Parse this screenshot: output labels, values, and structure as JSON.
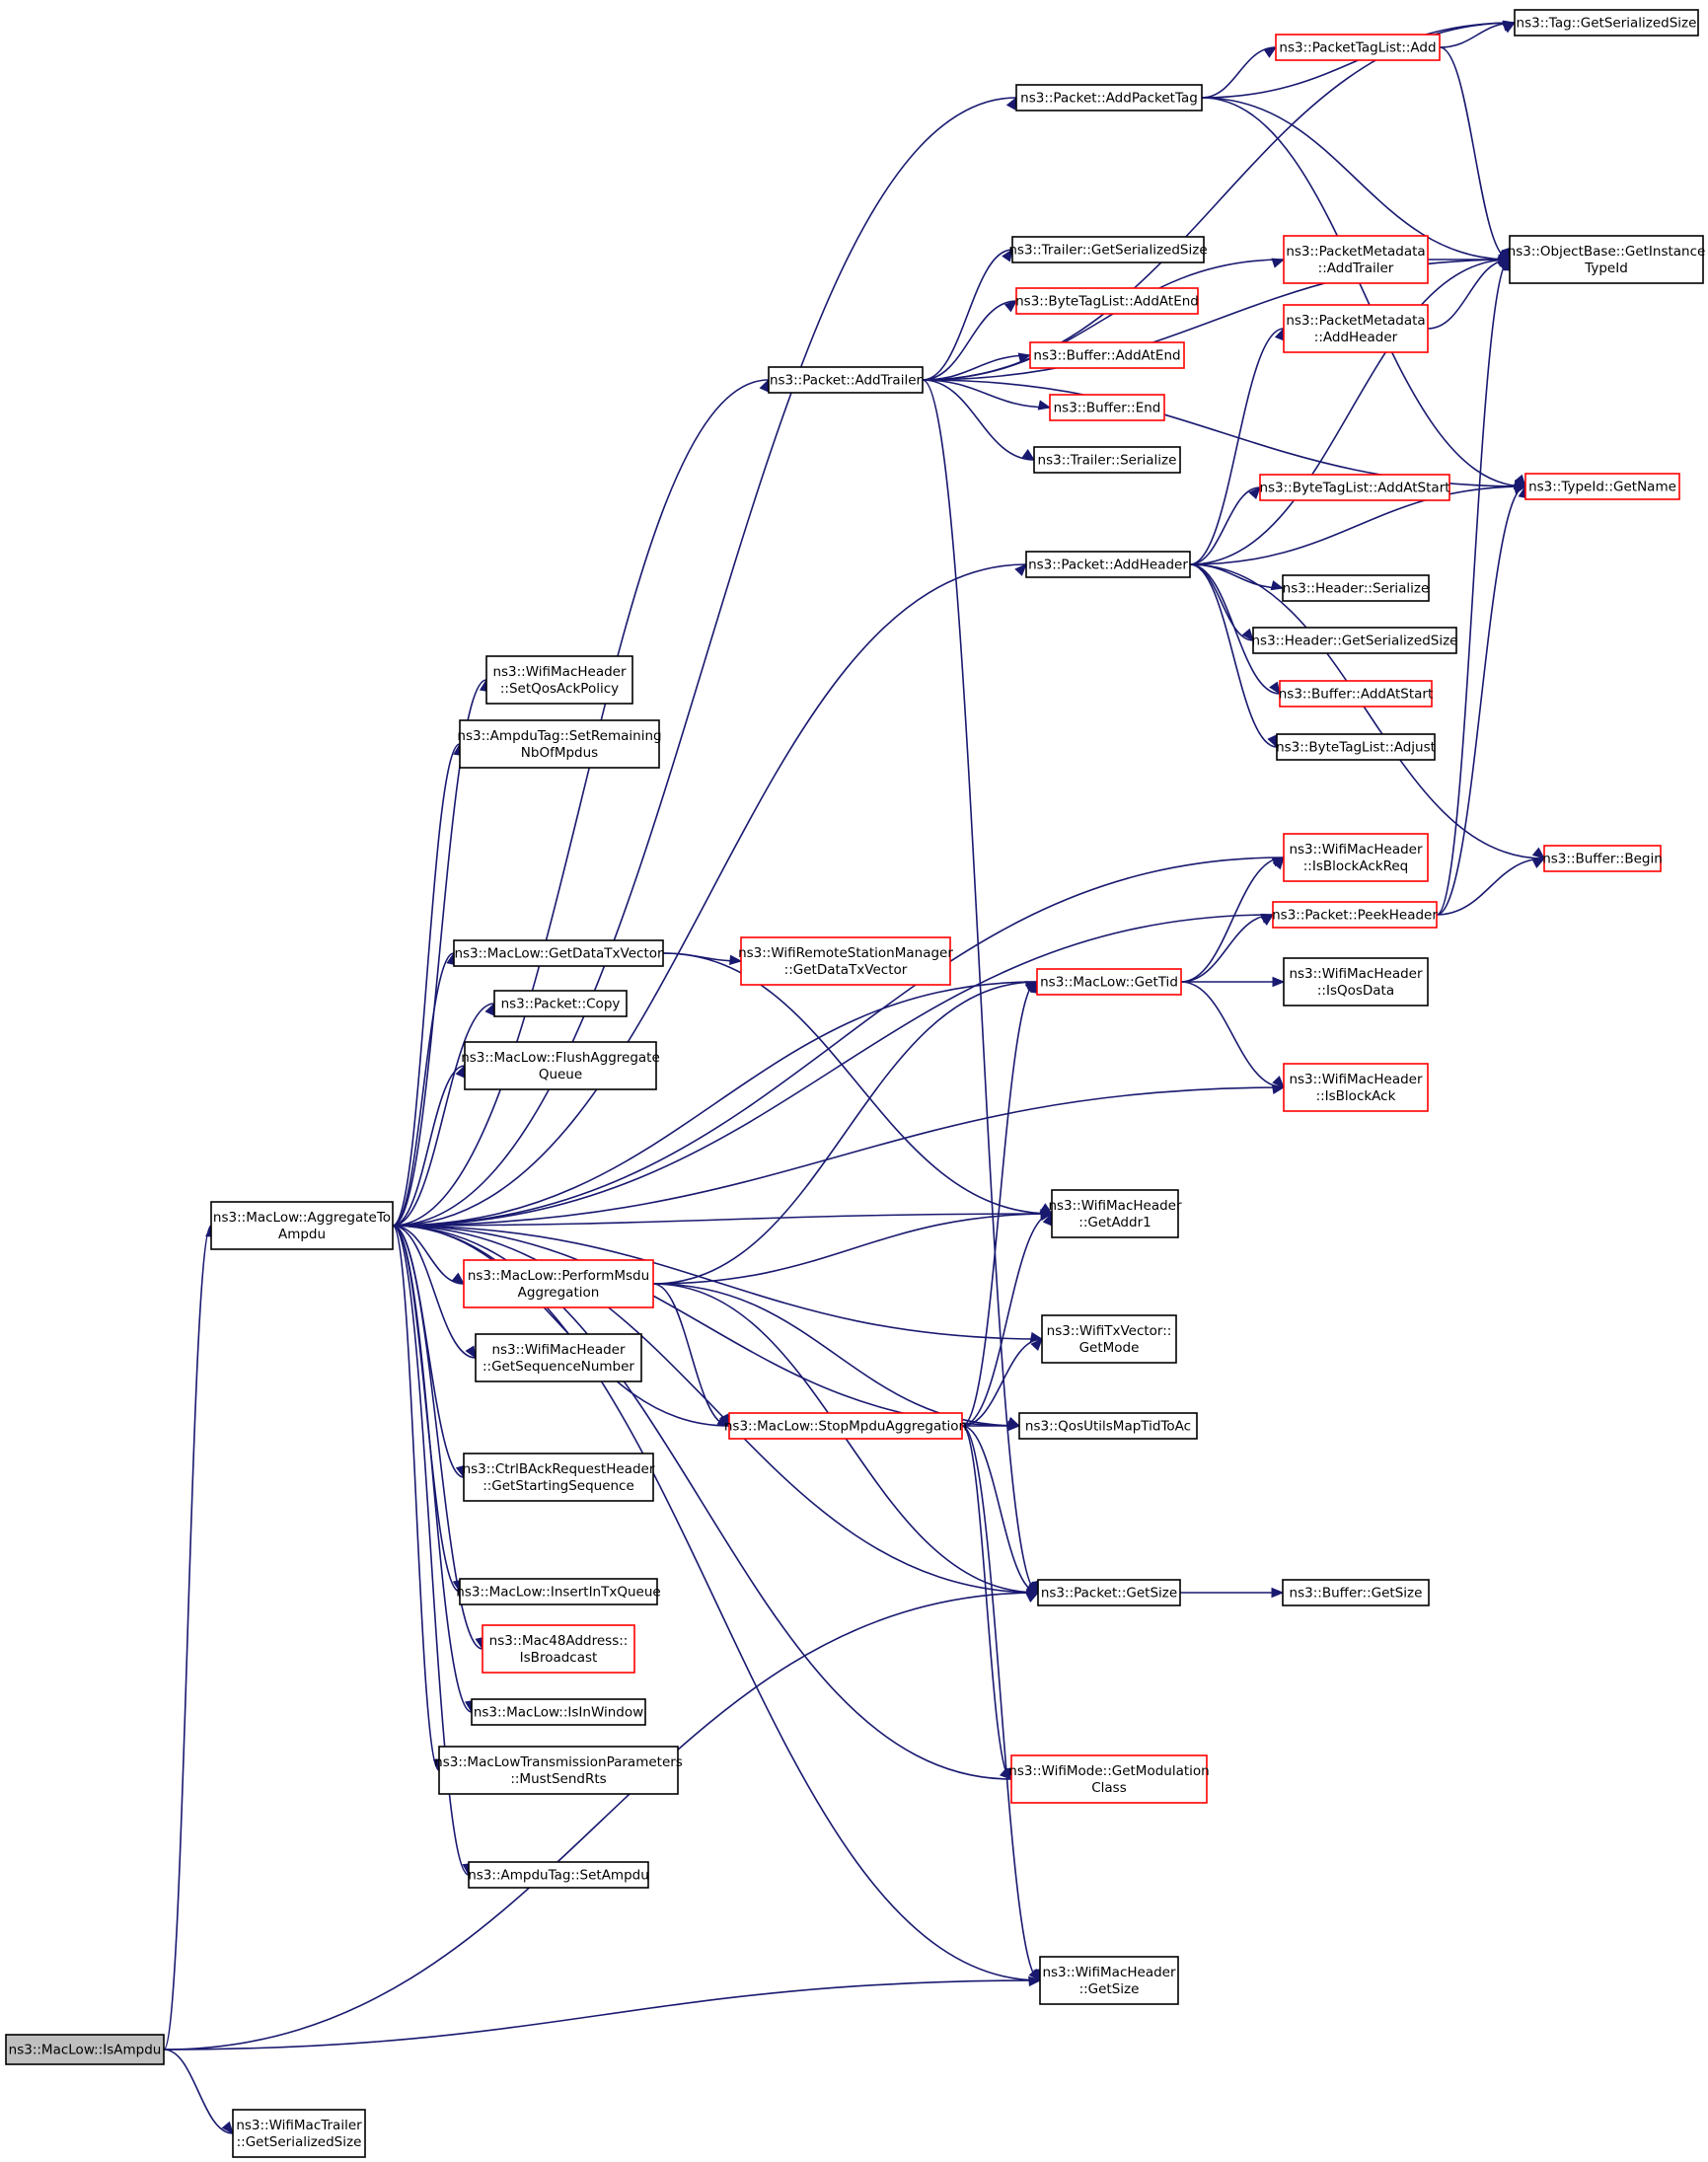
{
  "colors": {
    "edge": "#191970",
    "node_border_black": "#000000",
    "node_border_red": "#ff0000",
    "root_fill": "#bfbfbf"
  },
  "nodes": [
    {
      "id": "isampdu",
      "lines": [
        "ns3::MacLow::IsAmpdu"
      ],
      "border": "grey"
    },
    {
      "id": "wtrailer",
      "lines": [
        "ns3::WifiMacTrailer",
        "::GetSerializedSize"
      ],
      "border": "black"
    },
    {
      "id": "agg",
      "lines": [
        "ns3::MacLow::AggregateTo",
        "Ampdu"
      ],
      "border": "black"
    },
    {
      "id": "addpackettag",
      "lines": [
        "ns3::Packet::AddPacketTag"
      ],
      "border": "black"
    },
    {
      "id": "tagser",
      "lines": [
        "ns3::Tag::GetSerializedSize"
      ],
      "border": "black"
    },
    {
      "id": "ptladd",
      "lines": [
        "ns3::PacketTagList::Add"
      ],
      "border": "red"
    },
    {
      "id": "objbase",
      "lines": [
        "ns3::ObjectBase::GetInstance",
        "TypeId"
      ],
      "border": "black"
    },
    {
      "id": "pmaddtrailer",
      "lines": [
        "ns3::PacketMetadata",
        "::AddTrailer"
      ],
      "border": "red"
    },
    {
      "id": "trailerser",
      "lines": [
        "ns3::Trailer::GetSerializedSize"
      ],
      "border": "black"
    },
    {
      "id": "btladdatend",
      "lines": [
        "ns3::ByteTagList::AddAtEnd"
      ],
      "border": "red"
    },
    {
      "id": "pmaddheader",
      "lines": [
        "ns3::PacketMetadata",
        "::AddHeader"
      ],
      "border": "red"
    },
    {
      "id": "bufaddatend",
      "lines": [
        "ns3::Buffer::AddAtEnd"
      ],
      "border": "red"
    },
    {
      "id": "addtrailer",
      "lines": [
        "ns3::Packet::AddTrailer"
      ],
      "border": "black"
    },
    {
      "id": "bufend",
      "lines": [
        "ns3::Buffer::End"
      ],
      "border": "red"
    },
    {
      "id": "trailerserialize",
      "lines": [
        "ns3::Trailer::Serialize"
      ],
      "border": "black"
    },
    {
      "id": "typeidname",
      "lines": [
        "ns3::TypeId::GetName"
      ],
      "border": "red"
    },
    {
      "id": "btladdatstart",
      "lines": [
        "ns3::ByteTagList::AddAtStart"
      ],
      "border": "red"
    },
    {
      "id": "addheader",
      "lines": [
        "ns3::Packet::AddHeader"
      ],
      "border": "black"
    },
    {
      "id": "headerserialize",
      "lines": [
        "ns3::Header::Serialize"
      ],
      "border": "black"
    },
    {
      "id": "headerser",
      "lines": [
        "ns3::Header::GetSerializedSize"
      ],
      "border": "black"
    },
    {
      "id": "setqosack",
      "lines": [
        "ns3::WifiMacHeader",
        "::SetQosAckPolicy"
      ],
      "border": "black"
    },
    {
      "id": "bufaddatstart",
      "lines": [
        "ns3::Buffer::AddAtStart"
      ],
      "border": "red"
    },
    {
      "id": "ampdusetrem",
      "lines": [
        "ns3::AmpduTag::SetRemaining",
        "NbOfMpdus"
      ],
      "border": "black"
    },
    {
      "id": "btladjust",
      "lines": [
        "ns3::ByteTagList::Adjust"
      ],
      "border": "black"
    },
    {
      "id": "isblockackreq",
      "lines": [
        "ns3::WifiMacHeader",
        "::IsBlockAckReq"
      ],
      "border": "red"
    },
    {
      "id": "bufbegin",
      "lines": [
        "ns3::Buffer::Begin"
      ],
      "border": "red"
    },
    {
      "id": "peekheader",
      "lines": [
        "ns3::Packet::PeekHeader"
      ],
      "border": "red"
    },
    {
      "id": "getdatatx",
      "lines": [
        "ns3::MacLow::GetDataTxVector"
      ],
      "border": "black"
    },
    {
      "id": "wrsmdatatx",
      "lines": [
        "ns3::WifiRemoteStationManager",
        "::GetDataTxVector"
      ],
      "border": "red"
    },
    {
      "id": "isqosdata",
      "lines": [
        "ns3::WifiMacHeader",
        "::IsQosData"
      ],
      "border": "black"
    },
    {
      "id": "gettid",
      "lines": [
        "ns3::MacLow::GetTid"
      ],
      "border": "red"
    },
    {
      "id": "packetcopy",
      "lines": [
        "ns3::Packet::Copy"
      ],
      "border": "black"
    },
    {
      "id": "flushagg",
      "lines": [
        "ns3::MacLow::FlushAggregate",
        "Queue"
      ],
      "border": "black"
    },
    {
      "id": "isblockack",
      "lines": [
        "ns3::WifiMacHeader",
        "::IsBlockAck"
      ],
      "border": "red"
    },
    {
      "id": "getaddr1",
      "lines": [
        "ns3::WifiMacHeader",
        "::GetAddr1"
      ],
      "border": "black"
    },
    {
      "id": "performmsdu",
      "lines": [
        "ns3::MacLow::PerformMsdu",
        "Aggregation"
      ],
      "border": "red"
    },
    {
      "id": "txvectormode",
      "lines": [
        "ns3::WifiTxVector::",
        "GetMode"
      ],
      "border": "black"
    },
    {
      "id": "getseqnum",
      "lines": [
        "ns3::WifiMacHeader",
        "::GetSequenceNumber"
      ],
      "border": "black"
    },
    {
      "id": "stopmpdu",
      "lines": [
        "ns3::MacLow::StopMpduAggregation"
      ],
      "border": "red"
    },
    {
      "id": "qosmap",
      "lines": [
        "ns3::QosUtilsMapTidToAc"
      ],
      "border": "black"
    },
    {
      "id": "ctrlbackreq",
      "lines": [
        "ns3::CtrlBAckRequestHeader",
        "::GetStartingSequence"
      ],
      "border": "black"
    },
    {
      "id": "inserttx",
      "lines": [
        "ns3::MacLow::InsertInTxQueue"
      ],
      "border": "black"
    },
    {
      "id": "packetsize",
      "lines": [
        "ns3::Packet::GetSize"
      ],
      "border": "black"
    },
    {
      "id": "bufsize",
      "lines": [
        "ns3::Buffer::GetSize"
      ],
      "border": "black"
    },
    {
      "id": "isbroadcast",
      "lines": [
        "ns3::Mac48Address::",
        "IsBroadcast"
      ],
      "border": "red"
    },
    {
      "id": "isinwindow",
      "lines": [
        "ns3::MacLow::IsInWindow"
      ],
      "border": "black"
    },
    {
      "id": "mustsendrts",
      "lines": [
        "ns3::MacLowTransmissionParameters",
        "::MustSendRts"
      ],
      "border": "black"
    },
    {
      "id": "modclass",
      "lines": [
        "ns3::WifiMode::GetModulation",
        "Class"
      ],
      "border": "red"
    },
    {
      "id": "setampdu",
      "lines": [
        "ns3::AmpduTag::SetAmpdu"
      ],
      "border": "black"
    },
    {
      "id": "hdrsize",
      "lines": [
        "ns3::WifiMacHeader",
        "::GetSize"
      ],
      "border": "black"
    }
  ],
  "edges": [
    [
      "isampdu",
      "agg"
    ],
    [
      "isampdu",
      "wtrailer"
    ],
    [
      "isampdu",
      "packetsize"
    ],
    [
      "isampdu",
      "hdrsize"
    ],
    [
      "agg",
      "addpackettag"
    ],
    [
      "agg",
      "addtrailer"
    ],
    [
      "agg",
      "addheader"
    ],
    [
      "agg",
      "setqosack"
    ],
    [
      "agg",
      "ampdusetrem"
    ],
    [
      "agg",
      "isblockackreq"
    ],
    [
      "agg",
      "peekheader"
    ],
    [
      "agg",
      "gettid"
    ],
    [
      "agg",
      "getdatatx"
    ],
    [
      "agg",
      "packetcopy"
    ],
    [
      "agg",
      "flushagg"
    ],
    [
      "agg",
      "isblockack"
    ],
    [
      "agg",
      "getaddr1"
    ],
    [
      "agg",
      "performmsdu"
    ],
    [
      "agg",
      "txvectormode"
    ],
    [
      "agg",
      "getseqnum"
    ],
    [
      "agg",
      "stopmpdu"
    ],
    [
      "agg",
      "ctrlbackreq"
    ],
    [
      "agg",
      "qosmap"
    ],
    [
      "agg",
      "inserttx"
    ],
    [
      "agg",
      "isbroadcast"
    ],
    [
      "agg",
      "isinwindow"
    ],
    [
      "agg",
      "mustsendrts"
    ],
    [
      "agg",
      "packetsize"
    ],
    [
      "agg",
      "modclass"
    ],
    [
      "agg",
      "setampdu"
    ],
    [
      "agg",
      "hdrsize"
    ],
    [
      "addpackettag",
      "tagser"
    ],
    [
      "addpackettag",
      "ptladd"
    ],
    [
      "addpackettag",
      "objbase"
    ],
    [
      "addpackettag",
      "typeidname"
    ],
    [
      "ptladd",
      "tagser"
    ],
    [
      "ptladd",
      "objbase"
    ],
    [
      "pmaddtrailer",
      "objbase"
    ],
    [
      "pmaddheader",
      "objbase"
    ],
    [
      "addtrailer",
      "tagser"
    ],
    [
      "addtrailer",
      "objbase"
    ],
    [
      "addtrailer",
      "pmaddtrailer"
    ],
    [
      "addtrailer",
      "trailerser"
    ],
    [
      "addtrailer",
      "btladdatend"
    ],
    [
      "addtrailer",
      "bufaddatend"
    ],
    [
      "addtrailer",
      "bufend"
    ],
    [
      "addtrailer",
      "trailerserialize"
    ],
    [
      "addtrailer",
      "typeidname"
    ],
    [
      "addtrailer",
      "packetsize"
    ],
    [
      "addheader",
      "objbase"
    ],
    [
      "addheader",
      "pmaddheader"
    ],
    [
      "addheader",
      "btladdatstart"
    ],
    [
      "addheader",
      "typeidname"
    ],
    [
      "addheader",
      "headerserialize"
    ],
    [
      "addheader",
      "headerser"
    ],
    [
      "addheader",
      "bufaddatstart"
    ],
    [
      "addheader",
      "btladjust"
    ],
    [
      "addheader",
      "bufbegin"
    ],
    [
      "peekheader",
      "objbase"
    ],
    [
      "peekheader",
      "typeidname"
    ],
    [
      "peekheader",
      "bufbegin"
    ],
    [
      "getdatatx",
      "wrsmdatatx"
    ],
    [
      "getdatatx",
      "getaddr1"
    ],
    [
      "gettid",
      "isblockackreq"
    ],
    [
      "gettid",
      "peekheader"
    ],
    [
      "gettid",
      "isqosdata"
    ],
    [
      "gettid",
      "isblockack"
    ],
    [
      "performmsdu",
      "gettid"
    ],
    [
      "performmsdu",
      "getaddr1"
    ],
    [
      "performmsdu",
      "stopmpdu"
    ],
    [
      "performmsdu",
      "qosmap"
    ],
    [
      "performmsdu",
      "packetsize"
    ],
    [
      "stopmpdu",
      "gettid"
    ],
    [
      "stopmpdu",
      "getaddr1"
    ],
    [
      "stopmpdu",
      "txvectormode"
    ],
    [
      "stopmpdu",
      "qosmap"
    ],
    [
      "stopmpdu",
      "packetsize"
    ],
    [
      "stopmpdu",
      "modclass"
    ],
    [
      "stopmpdu",
      "hdrsize"
    ],
    [
      "packetsize",
      "bufsize"
    ]
  ]
}
